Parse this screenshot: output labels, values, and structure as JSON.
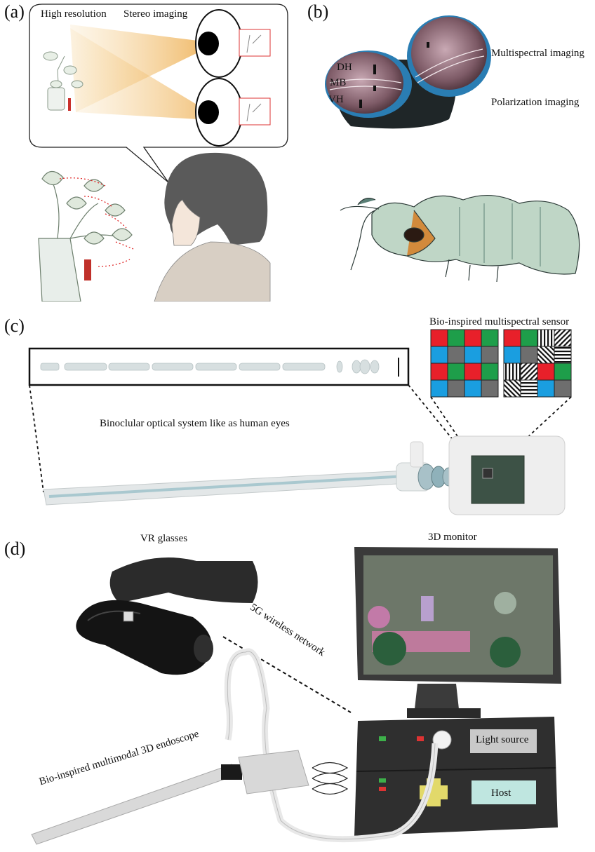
{
  "panels": {
    "a": {
      "label": "(a)",
      "bubble_left_caption": "High resolution",
      "bubble_right_caption": "Stereo imaging"
    },
    "b": {
      "label": "(b)",
      "band_labels": [
        "DH",
        "MB",
        "VH"
      ],
      "right_caption_top": "Multispectral imaging",
      "right_caption_bottom": "Polarization imaging"
    },
    "c": {
      "label": "(c)",
      "sensor_title": "Bio-inspired multispectral sensor",
      "optical_caption": "Binoclular optical system like as human eyes"
    },
    "d": {
      "label": "(d)",
      "vr_caption": "VR glasses",
      "monitor_caption": "3D monitor",
      "network_caption": "5G wireless network",
      "endoscope_caption": "Bio-inspired multimodal 3D endoscope",
      "light_source_label": "Light source",
      "host_label": "Host"
    }
  },
  "colors": {
    "red_pixel": "#e8202a",
    "green_pixel": "#1e9e4a",
    "blue_pixel": "#1a9ee0",
    "gray_pixel": "#6e6e6e",
    "light_source_box": "#c9c9c9",
    "host_box": "#bfe6e0"
  },
  "icons": [
    "eye-icon",
    "plant-icon",
    "woman-portrait-icon",
    "mantis-shrimp-icon",
    "compound-eye-icon",
    "vr-headset-icon",
    "monitor-icon",
    "endoscope-icon"
  ]
}
